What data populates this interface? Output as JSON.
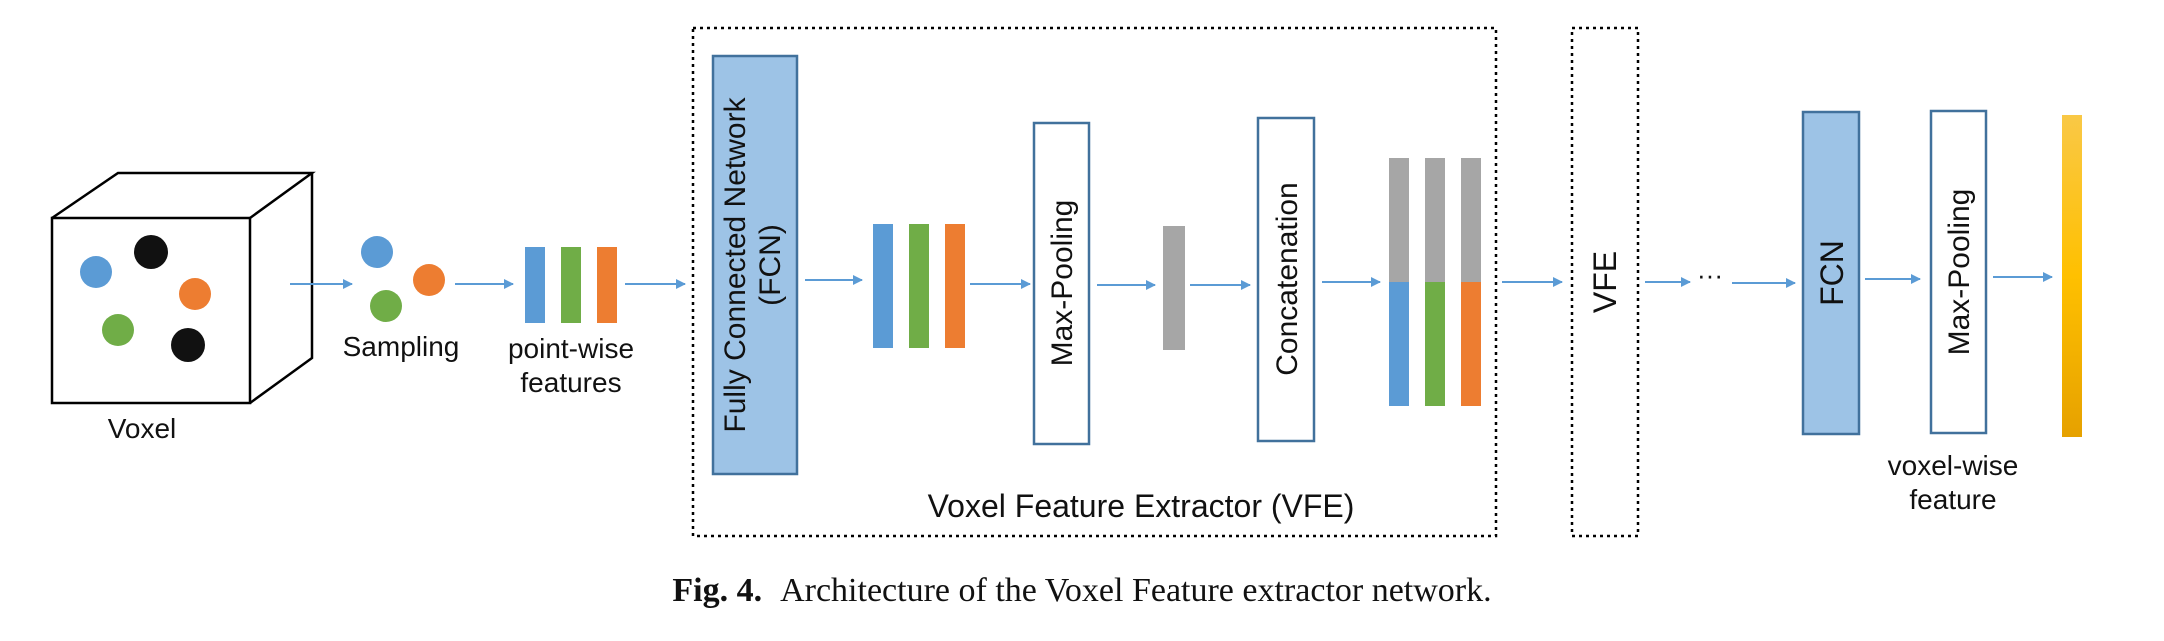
{
  "colors": {
    "blue": "#5b9bd5",
    "green": "#70ad47",
    "orange": "#ed7d31",
    "black": "#111111",
    "gray": "#a6a6a6",
    "fcn_fill": "#9dc3e6",
    "box_border": "#41719c",
    "arrow": "#5b9bd5",
    "output": "#f7c22e"
  },
  "labels": {
    "voxel": "Voxel",
    "sampling": "Sampling",
    "pointwise_1": "point-wise",
    "pointwise_2": "features",
    "fcn_1": "Fully Connected Network",
    "fcn_2": "(FCN)",
    "maxpool": "Max-Pooling",
    "concat": "Concatenation",
    "vfe_region": "Voxel Feature Extractor (VFE)",
    "vfe": "VFE",
    "ellipsis": "···",
    "fcn_short": "FCN",
    "maxpool2": "Max-Pooling",
    "voxelwise_1": "voxel-wise",
    "voxelwise_2": "feature"
  },
  "caption": {
    "figure": "Fig. 4.",
    "text": "Architecture of the Voxel Feature extractor network."
  }
}
